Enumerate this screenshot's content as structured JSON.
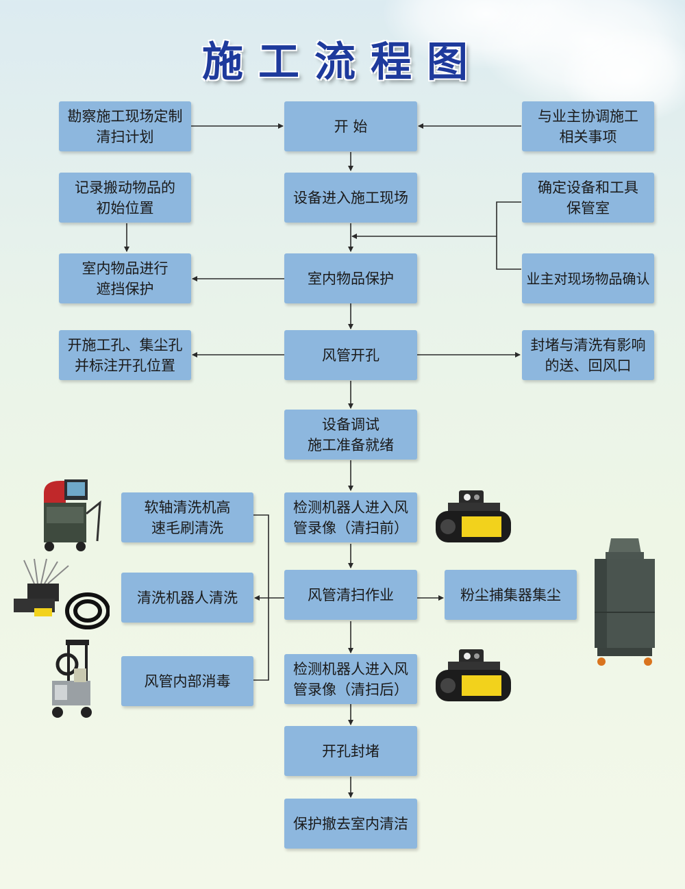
{
  "title": "施工流程图",
  "nodes": {
    "start": "开 始",
    "survey_plan": "勘察施工现场定制\n清扫计划",
    "coordinate_owner": "与业主协调施工\n相关事项",
    "equipment_enter": "设备进入施工现场",
    "record_positions": "记录搬动物品的\n初始位置",
    "confirm_storage": "确定设备和工具\n保管室",
    "item_protection": "室内物品保护",
    "cover_protection": "室内物品进行\n遮挡保护",
    "owner_confirm": "业主对现场物品确认",
    "duct_opening": "风管开孔",
    "open_holes": "开施工孔、集尘孔\n并标注开孔位置",
    "seal_vents": "封堵与清洗有影响\n的送、回风口",
    "equipment_debug": "设备调试\n施工准备就绪",
    "inspect_before": "检测机器人进入风\n管录像（清扫前）",
    "brush_clean": "软轴清洗机高\n速毛刷清洗",
    "duct_cleaning": "风管清扫作业",
    "robot_clean": "清洗机器人清洗",
    "dust_collect": "粉尘捕集器集尘",
    "disinfect": "风管内部消毒",
    "inspect_after": "检测机器人进入风\n管录像（清扫后）",
    "seal_holes": "开孔封堵",
    "final_clean": "保护撤去室内清洁"
  },
  "colors": {
    "title": "#1e3a9c",
    "box": "#8db7de",
    "line": "#2a2a2a",
    "robot_body": "#f2d21c"
  },
  "icons": [
    "brush-cleaning-machine-icon",
    "cleaning-robot-kit-icon",
    "disinfection-sprayer-icon",
    "inspection-robot-icon",
    "dust-collector-icon"
  ]
}
